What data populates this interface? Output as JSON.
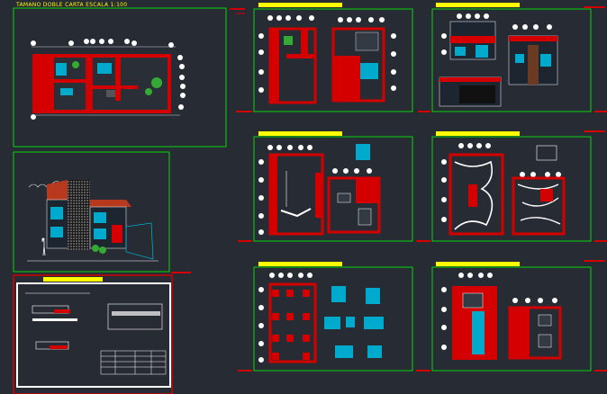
{
  "drawing": {
    "title": "TAMANO DOBLE CARTA ESCALA 1:100"
  },
  "colors": {
    "background": "#272b34",
    "frame": "#00ff00",
    "white_frame": "#ffffff",
    "wall": "#d40000",
    "title_bar": "#ffff00",
    "cyan": "#00aacc",
    "white": "#ffffff"
  },
  "sheets": [
    {
      "id": "plan-general",
      "kind": "site-plan"
    },
    {
      "id": "fachada-1",
      "kind": "plan-pair"
    },
    {
      "id": "fachada-2",
      "kind": "elevations"
    },
    {
      "id": "perspectiva",
      "kind": "3d-view"
    },
    {
      "id": "planta-electrica",
      "kind": "plan-pair"
    },
    {
      "id": "planta-hidraulica",
      "kind": "plan-pair"
    },
    {
      "id": "detalles",
      "kind": "details-table"
    },
    {
      "id": "cimentacion",
      "kind": "plan-details"
    },
    {
      "id": "planta-final",
      "kind": "plan-pair"
    }
  ]
}
